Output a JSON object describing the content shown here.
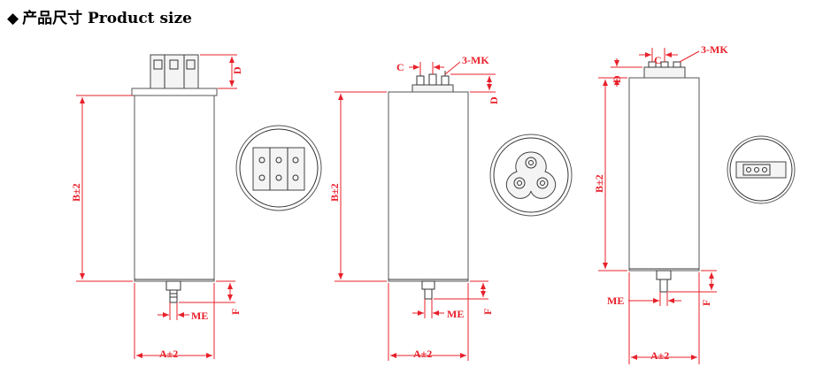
{
  "heading": {
    "marker": "◆",
    "text": "产品尺寸  Product size"
  },
  "labels": {
    "A": "A±2",
    "B": "B±2",
    "C": "C",
    "D": "D",
    "F": "F",
    "ME": "ME",
    "MK": "3-MK"
  },
  "colors": {
    "dimension": "#e8202a",
    "outline": "#555555"
  }
}
